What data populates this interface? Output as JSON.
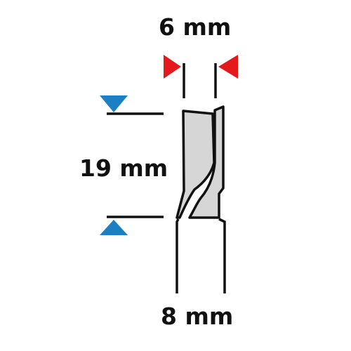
{
  "labels": {
    "cutting_diameter": "6 mm",
    "cutting_length": "19 mm",
    "shank_diameter": "8 mm"
  },
  "colors": {
    "outline": "#111111",
    "body_fill": "#d6d6d6",
    "width_marker": "#e3191c",
    "length_marker": "#1a7fc4"
  },
  "icons": {
    "width_marker": "red-triangle-arrow-icon",
    "length_marker": "blue-triangle-arrow-icon"
  }
}
